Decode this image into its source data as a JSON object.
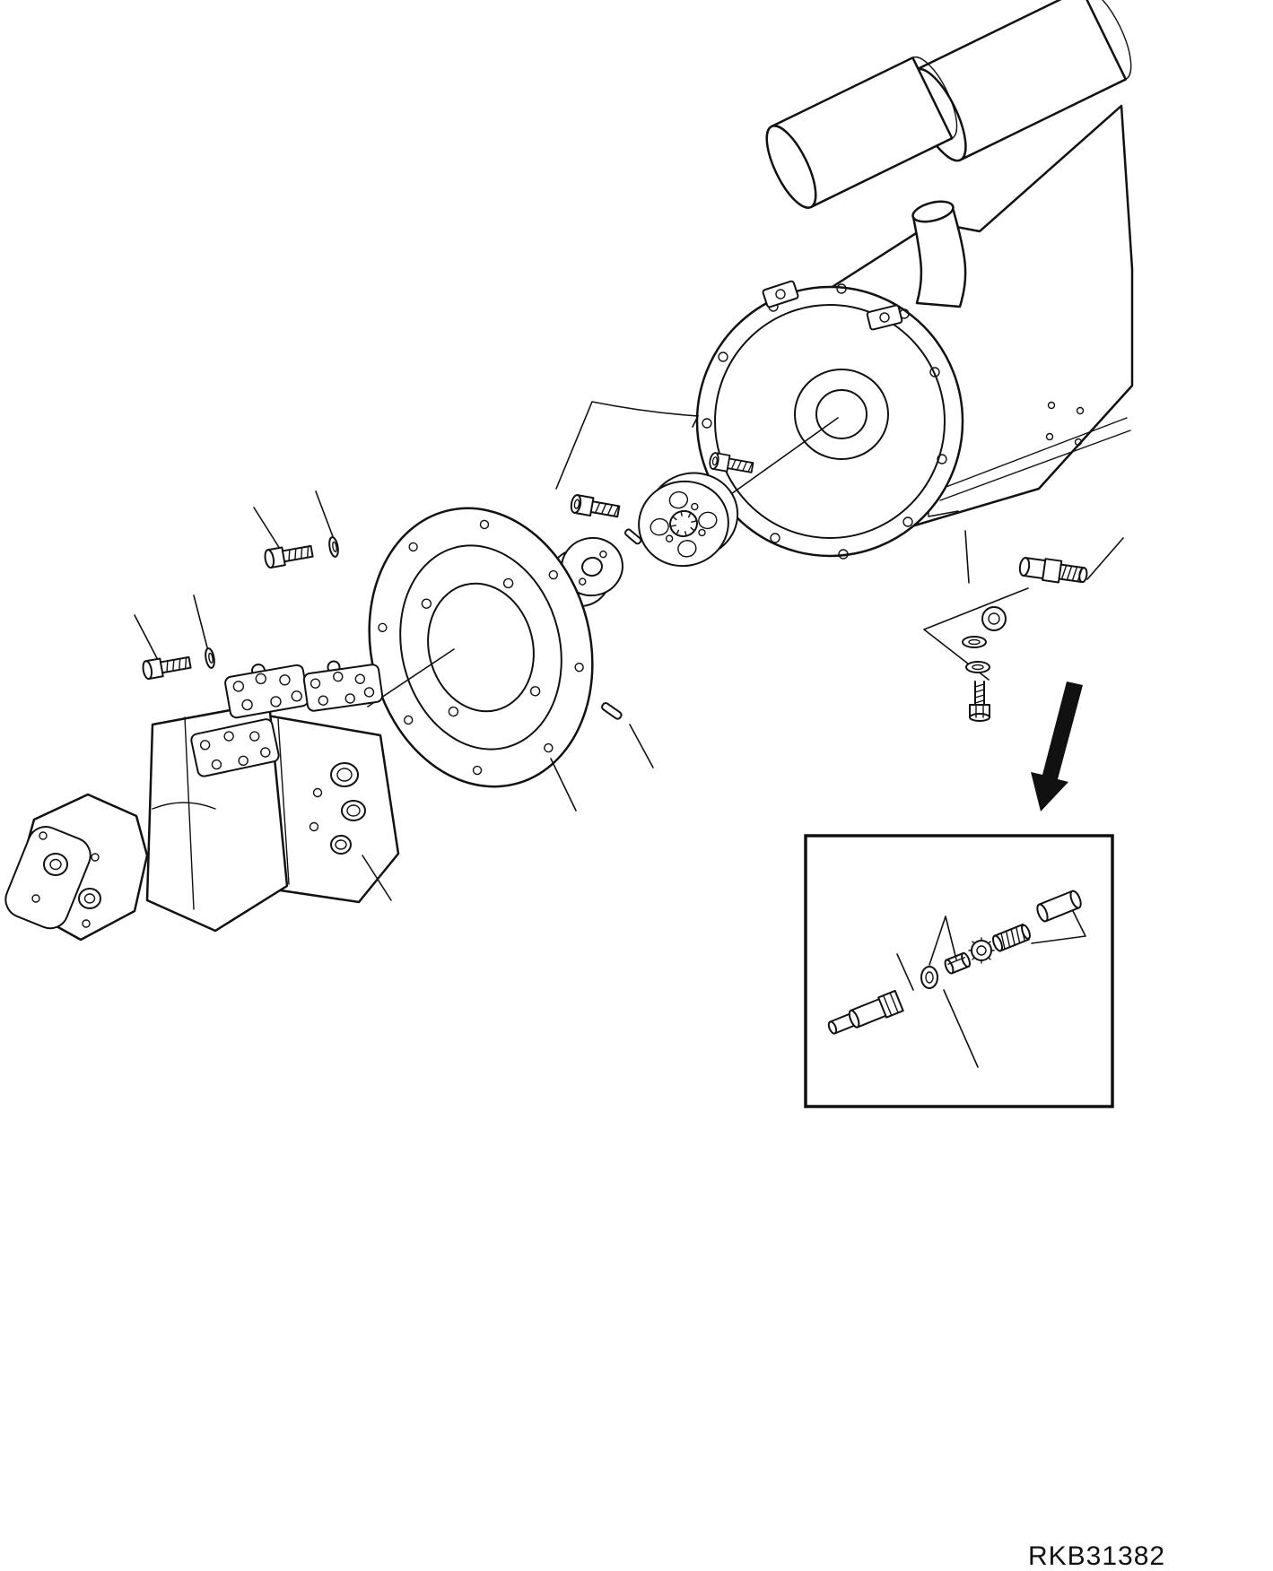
{
  "page": {
    "background_color": "#ffffff",
    "line_color": "#111111",
    "drawing_number": "RKB31382"
  },
  "diagram": {
    "kind": "exploded-parts-diagram",
    "part_semantics": [
      "engine-assembly",
      "muffler-cylinder",
      "air-cleaner-cylinder",
      "exhaust-elbow",
      "flywheel-housing",
      "coupling-bolts",
      "coupling-disc",
      "coupling-hub",
      "dowel-pin",
      "pump-mounting-plate",
      "mounting-bolts-with-washers",
      "hydraulic-pump-assembly",
      "gear-pump-section",
      "fuel-line-fitting-group",
      "direction-arrow",
      "detail-inset-box",
      "sensor-plug",
      "washer",
      "spacer-nut",
      "toothed-washer",
      "threaded-fitting",
      "sleeve"
    ]
  }
}
